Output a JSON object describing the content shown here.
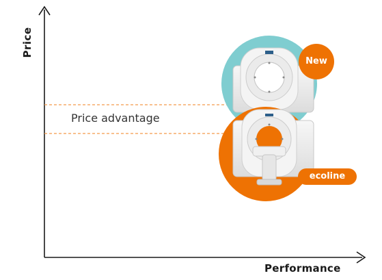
{
  "axes": {
    "y_label": "Price",
    "x_label": "Performance"
  },
  "annotation": {
    "price_advantage": "Price advantage"
  },
  "products": {
    "new_badge": "New",
    "ecoline_badge": "ecoline"
  },
  "colors": {
    "accent_orange": "#ee7203",
    "teal_circle": "#7fcdd0",
    "axis": "#1a1a1a",
    "dashed_line": "#f39a4a"
  },
  "icons": [
    "ct-scanner-icon",
    "ct-scanner-icon"
  ]
}
